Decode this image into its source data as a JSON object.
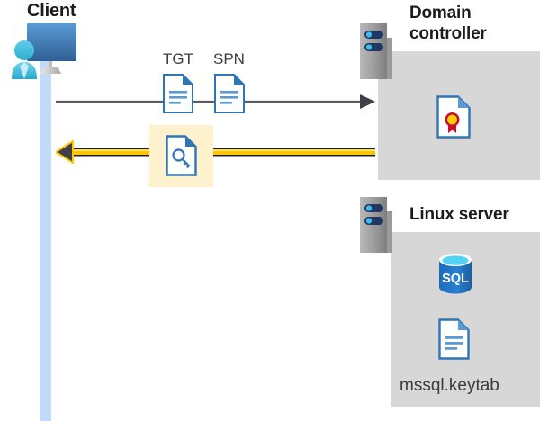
{
  "diagram": {
    "title_client": "Client",
    "title_domain_controller": "Domain\ncontroller",
    "title_linux_server": "Linux server",
    "labels": {
      "tgt": "TGT",
      "spn": "SPN",
      "keytab_file": "mssql.keytab"
    },
    "icons": {
      "client": "user-workstation-icon",
      "tgt_document": "document-icon",
      "spn_document": "document-icon",
      "key_document": "key-document-icon",
      "domain_controller_server": "server-rack-icon",
      "linux_server": "server-rack-icon",
      "certificate": "certificate-document-icon",
      "sql_database": "sql-database-icon",
      "keytab_document": "document-icon"
    },
    "arrows": [
      {
        "name": "request-arrow",
        "direction": "right",
        "color": "#4a4a52",
        "from": "client",
        "to": "domain-controller"
      },
      {
        "name": "response-arrow",
        "direction": "left",
        "color": "#ffc600",
        "from": "domain-controller",
        "to": "client"
      }
    ],
    "colors": {
      "panel_gray": "#d7d7d7",
      "lifeline_blue": "#c2dbfb",
      "highlight_yellow": "#fdf2cd",
      "arrow_yellow": "#ffc600",
      "arrow_dark": "#4a4a52",
      "doc_blue": "#2e75b6",
      "sql_blue": "#1f6fc0",
      "seal_red": "#c8102e",
      "seal_gold": "#ffd100",
      "server_navy": "#1f3864"
    }
  }
}
